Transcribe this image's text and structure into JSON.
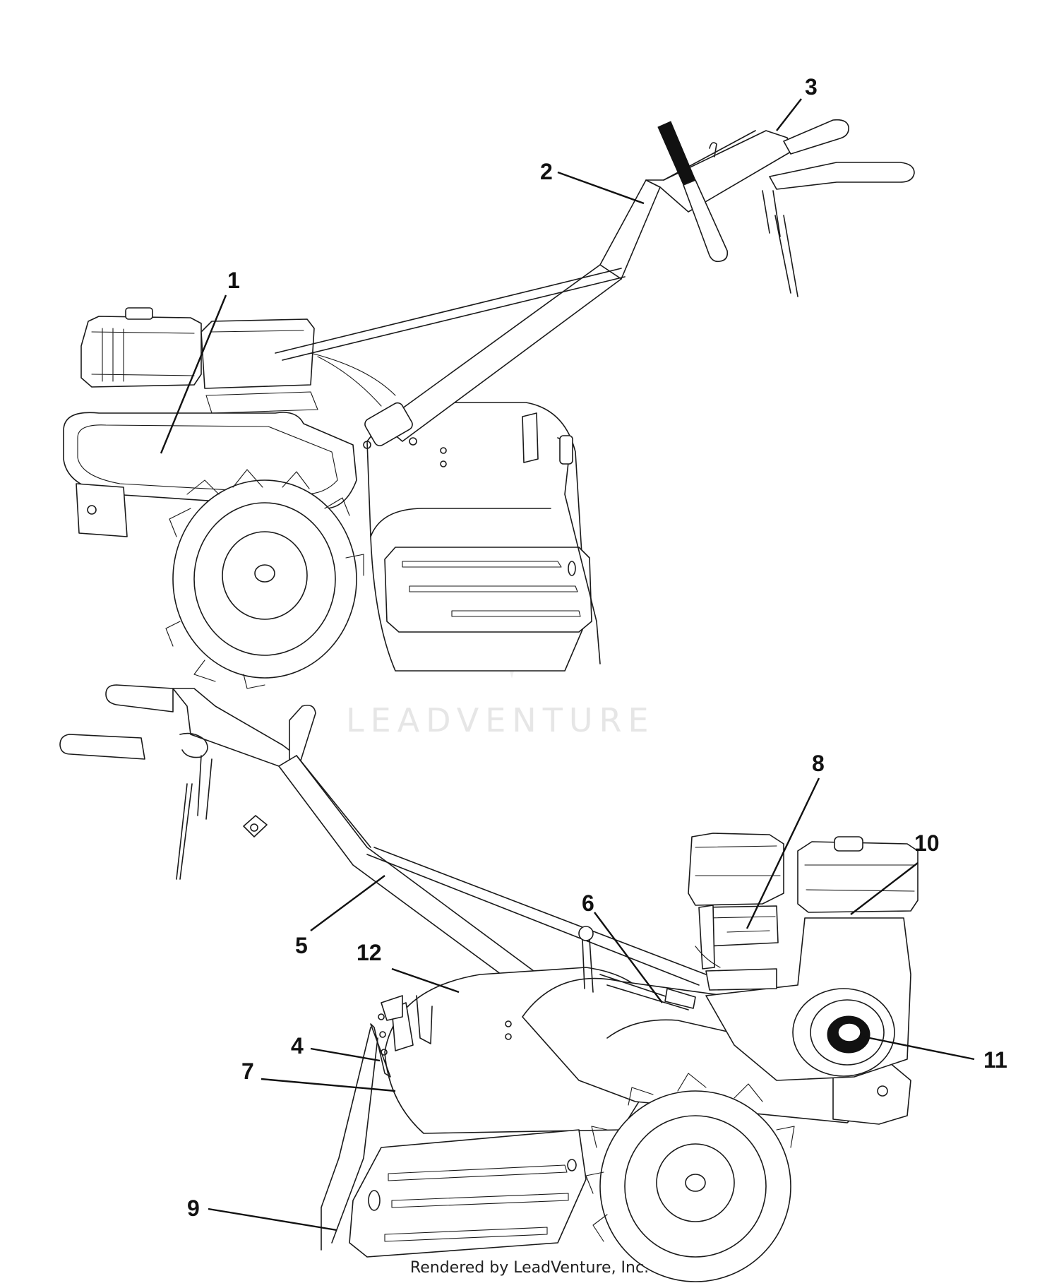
{
  "watermark": "LEADVENTURE",
  "footer": "Rendered by LeadVenture, Inc.",
  "callouts": {
    "c1": "1",
    "c2": "2",
    "c3": "3",
    "c4": "4",
    "c5": "5",
    "c6": "6",
    "c7": "7",
    "c8": "8",
    "c9": "9",
    "c10": "10",
    "c11": "11",
    "c12": "12"
  }
}
